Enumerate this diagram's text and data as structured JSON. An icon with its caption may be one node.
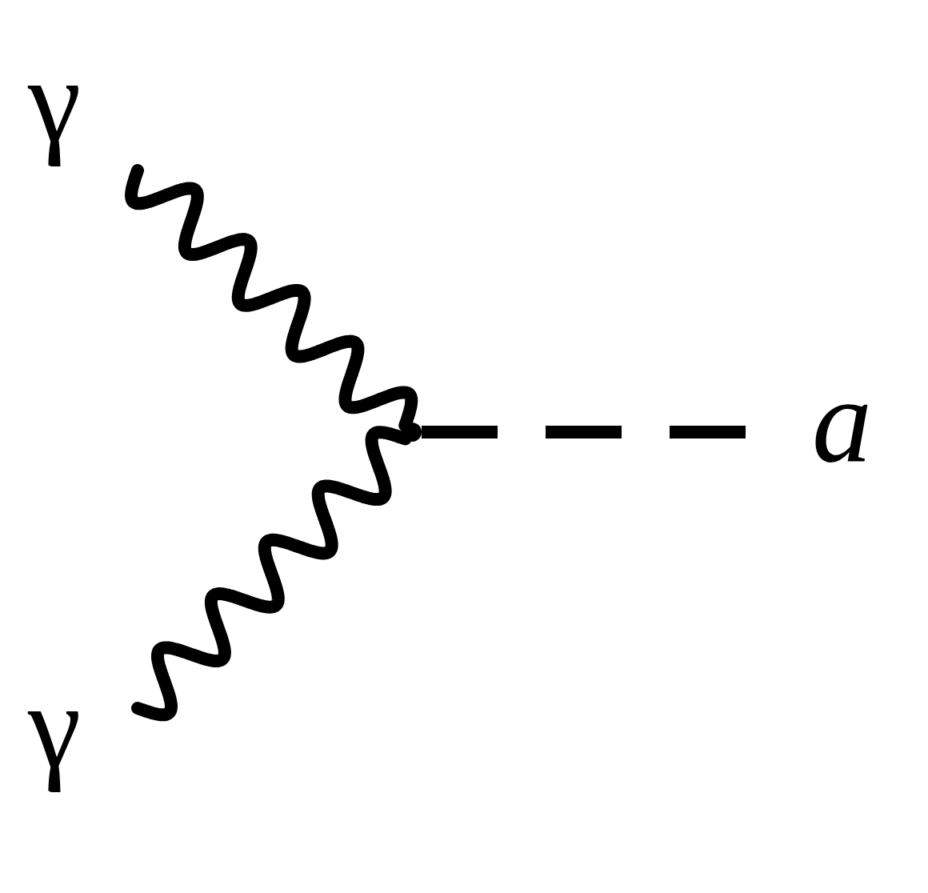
{
  "diagram": {
    "nodes": [
      {
        "text": [
          "γ"
        ]
      },
      {
        "text": [
          "γ"
        ]
      },
      {
        "text": [
          "a"
        ]
      },
      {
        "text": [],
        "shape": "point"
      }
    ],
    "edges": [
      {
        "from": 0,
        "to": 3,
        "arrow": "none"
      },
      {
        "from": 1,
        "to": 3,
        "arrow": "none"
      },
      {
        "from": 3,
        "to": 2,
        "arrow": "none",
        "style": "dashed"
      }
    ]
  }
}
